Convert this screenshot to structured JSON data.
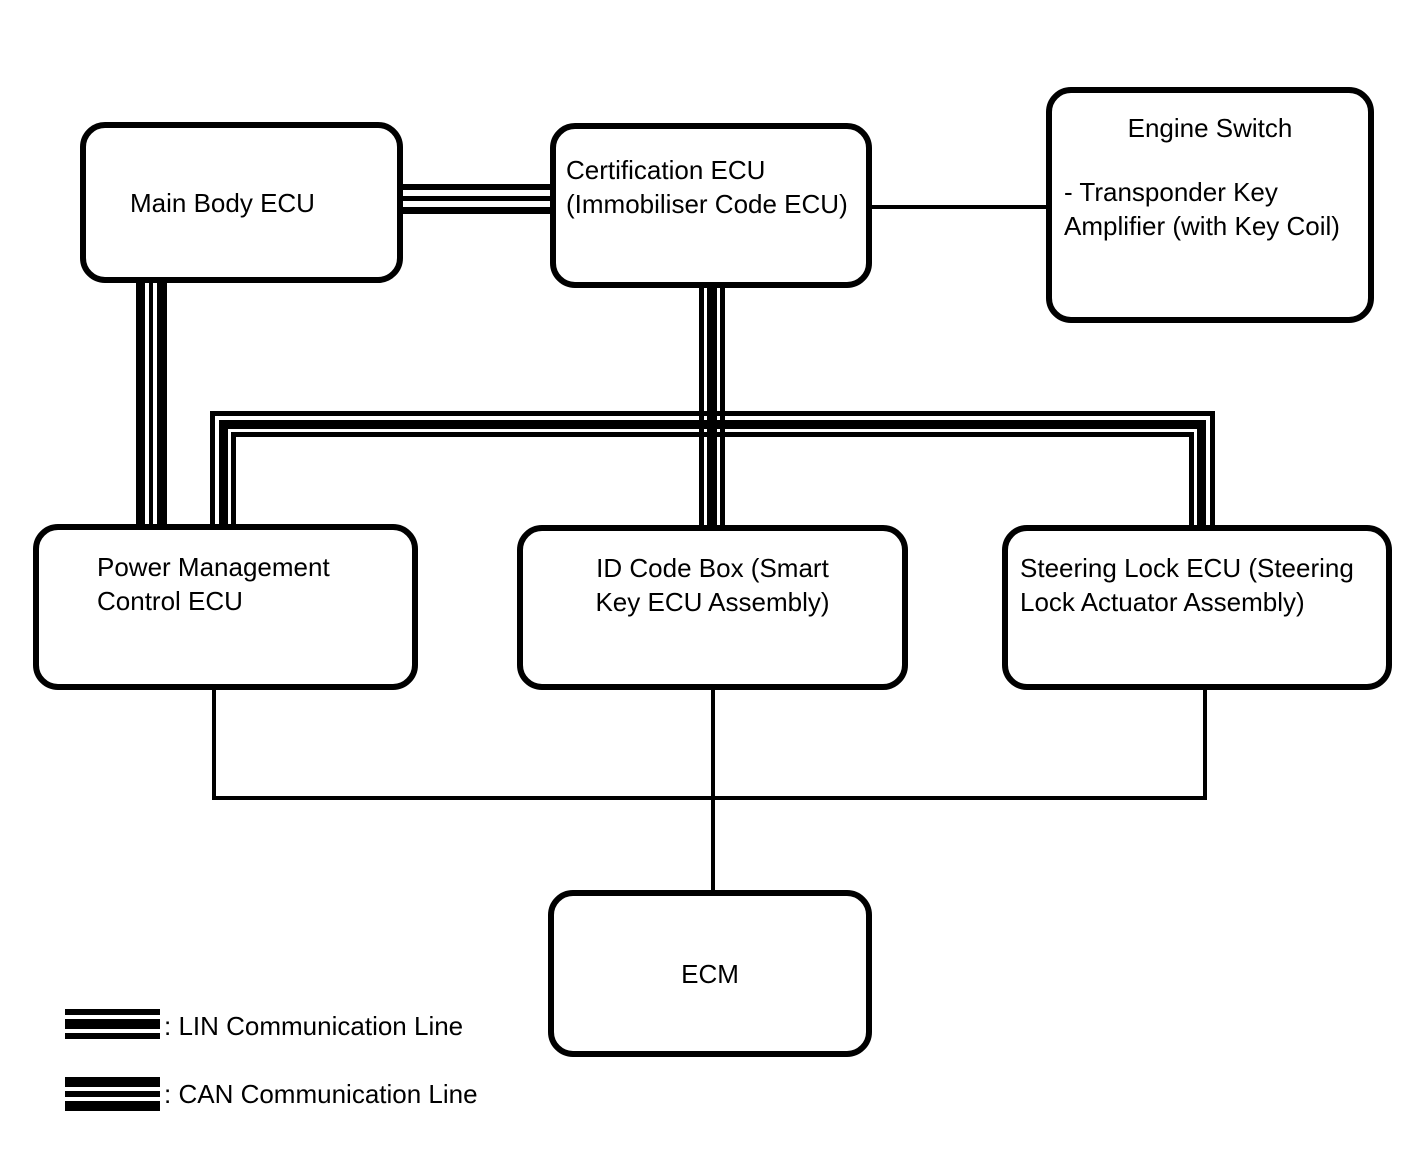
{
  "canvas": {
    "background_color": "#ffffff",
    "line_color": "#000000"
  },
  "boxes": {
    "main_body": {
      "label": "Main Body ECU"
    },
    "certification": {
      "label": "Certification ECU\n(Immobiliser Code ECU)"
    },
    "engine_switch": {
      "title": "Engine Switch",
      "body": "- Transponder Key\nAmplifier (with Key Coil)"
    },
    "power_management": {
      "label": "Power Management\nControl ECU"
    },
    "id_code_box": {
      "label": "ID Code Box (Smart\nKey ECU Assembly)"
    },
    "steering_lock": {
      "label": "Steering Lock ECU (Steering\nLock Actuator Assembly)"
    },
    "ecm": {
      "label": "ECM"
    }
  },
  "legend": {
    "lin": {
      "label": ": LIN Communication Line"
    },
    "can": {
      "label": ": CAN Communication Line"
    }
  }
}
